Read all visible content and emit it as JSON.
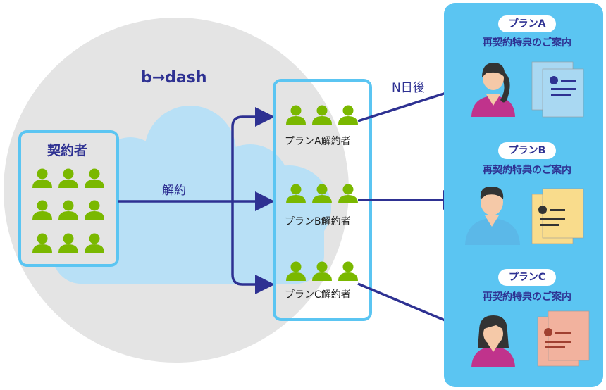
{
  "diagram": {
    "service_name": "b→dash",
    "contract_label": "契約者",
    "cancel_label": "解約",
    "delay_label": "N日後",
    "groups": [
      {
        "label": "プランA解約者"
      },
      {
        "label": "プランB解約者"
      },
      {
        "label": "プランC解約者"
      }
    ],
    "offers": [
      {
        "plan": "プランA",
        "text": "再契約特典のご案内",
        "doc_color": "#a9d8f2"
      },
      {
        "plan": "プランB",
        "text": "再契約特典のご案内",
        "doc_color": "#f9dc8c"
      },
      {
        "plan": "プランC",
        "text": "再契約特典のご案内",
        "doc_color": "#f2b29e"
      }
    ]
  },
  "colors": {
    "circle": "#e4e4e4",
    "cloud": "#b8e0f6",
    "frame": "#5bc5f2",
    "person": "#7ab800",
    "arrow": "#2e3192"
  }
}
